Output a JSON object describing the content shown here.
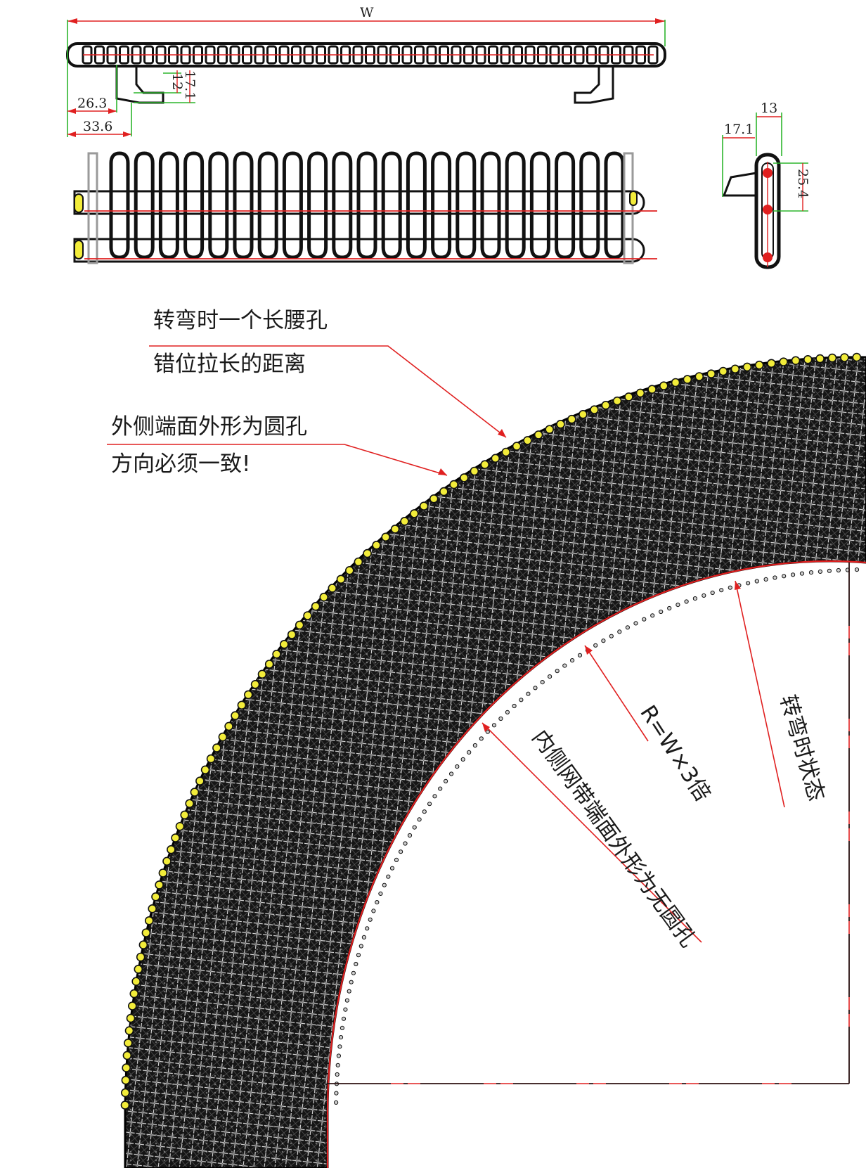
{
  "colors": {
    "ink": "#111111",
    "dimension": "#2db52d",
    "leader": "#e02020",
    "highlight": "#f2ec3a",
    "centerline": "#9a9a9a"
  },
  "dimensions": {
    "width_label": "W",
    "d_26_3": "26.3",
    "d_33_6": "33.6",
    "d_12": "12",
    "d_17_1_top": "17.1",
    "d_13": "13",
    "d_17_1_side": "17.1",
    "d_25_4": "25.4"
  },
  "annotations": {
    "slot_note_line1": "转弯时一个长腰孔",
    "slot_note_line2": "错位拉长的距离",
    "outer_note_line1": "外侧端面外形为圆孔",
    "outer_note_line2": "方向必须一致!",
    "inner_note": "内侧网带端面外形为无圆孔",
    "radius_note": "R=W×3倍",
    "turning_note": "转弯时状态"
  }
}
